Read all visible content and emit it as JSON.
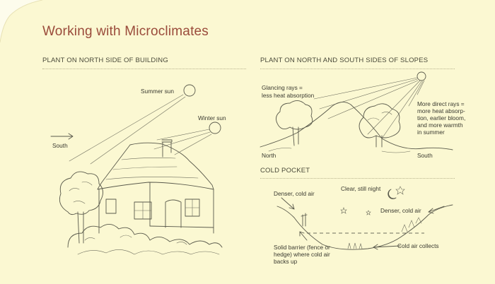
{
  "title": "Working with Microclimates",
  "sections": {
    "north_side": {
      "heading": "PLANT ON NORTH SIDE OF BUILDING",
      "labels": {
        "summer_sun": "Summer sun",
        "winter_sun": "Winter sun",
        "south": "South"
      }
    },
    "slopes": {
      "heading": "PLANT ON NORTH AND SOUTH SIDES OF SLOPES",
      "labels": {
        "glancing_1": "Glancing rays =",
        "glancing_2": "less heat absorption",
        "direct_1": "More direct rays =",
        "direct_2": "more heat absorp-",
        "direct_3": "tion, earlier bloom,",
        "direct_4": "and more warmth",
        "direct_5": "in summer",
        "north": "North",
        "south": "South"
      }
    },
    "cold_pocket": {
      "heading": "COLD POCKET",
      "labels": {
        "denser_left": "Denser, cold air",
        "clear_night": "Clear, still night",
        "denser_right": "Denser, cold air",
        "barrier_1": "Solid barrier (fence or",
        "barrier_2": "hedge) where cold air",
        "barrier_3": "backs up",
        "collects": "Cold air collects"
      }
    }
  }
}
